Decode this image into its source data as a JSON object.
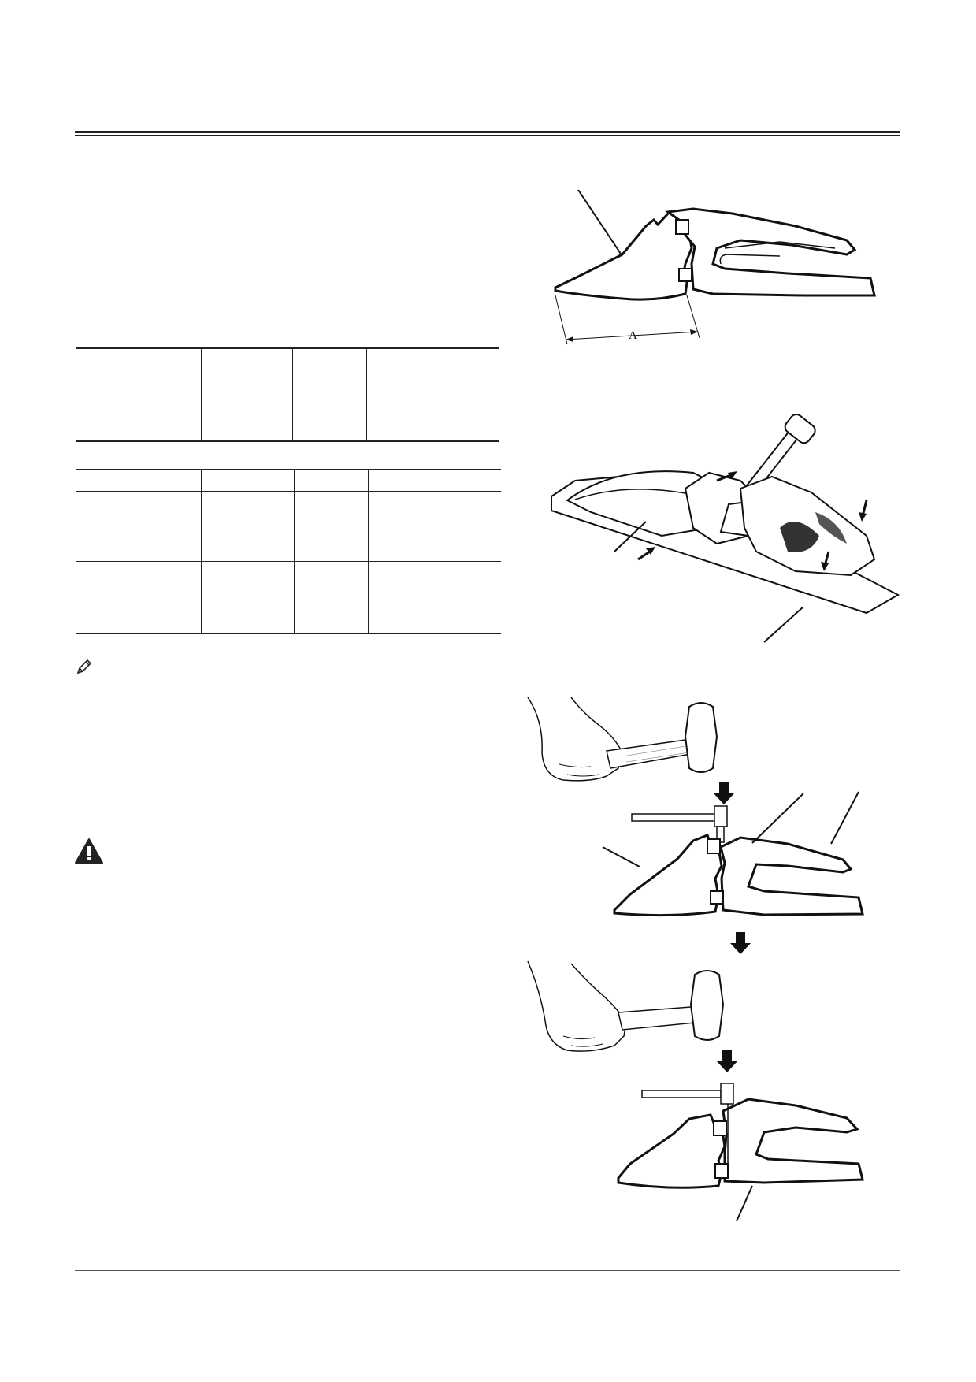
{
  "figure1": {
    "dimension_label": "A"
  },
  "icons": {
    "note": "pencil-note-icon",
    "warning": "warning-triangle-icon"
  },
  "figures": {
    "fig1": "tooth-tip-on-adapter-diagram",
    "fig2": "tooth-removal-with-hammer-diagram",
    "fig3": "pin-insertion-step-1",
    "fig4": "pin-insertion-step-2"
  }
}
